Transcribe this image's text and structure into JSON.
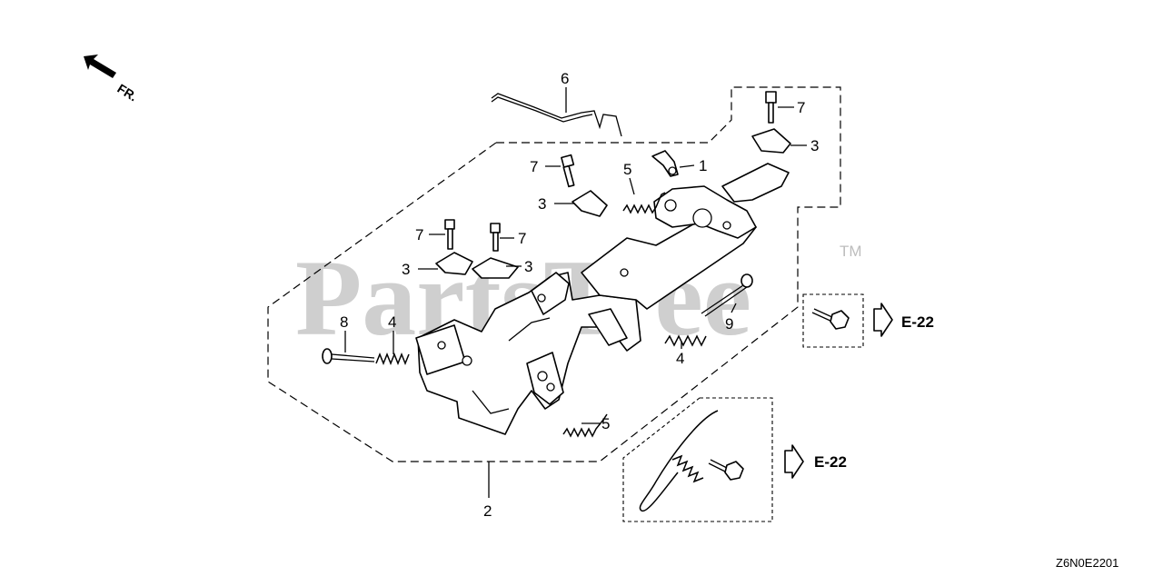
{
  "direction": {
    "label": "FR."
  },
  "callouts": {
    "c1": "1",
    "c2": "2",
    "c3a": "3",
    "c3b": "3",
    "c3c": "3",
    "c3d": "3",
    "c4a": "4",
    "c4b": "4",
    "c5a": "5",
    "c5b": "5",
    "c6": "6",
    "c7a": "7",
    "c7b": "7",
    "c7c": "7",
    "c7d": "7",
    "c8": "8",
    "c9": "9"
  },
  "references": {
    "ref1": "E-22",
    "ref2": "E-22"
  },
  "watermark": {
    "text": "PartsTree",
    "trademark": "TM"
  },
  "diagram_code": "Z6N0E2201",
  "icons": [
    "front-direction-arrow-icon",
    "reference-arrow-icon"
  ]
}
